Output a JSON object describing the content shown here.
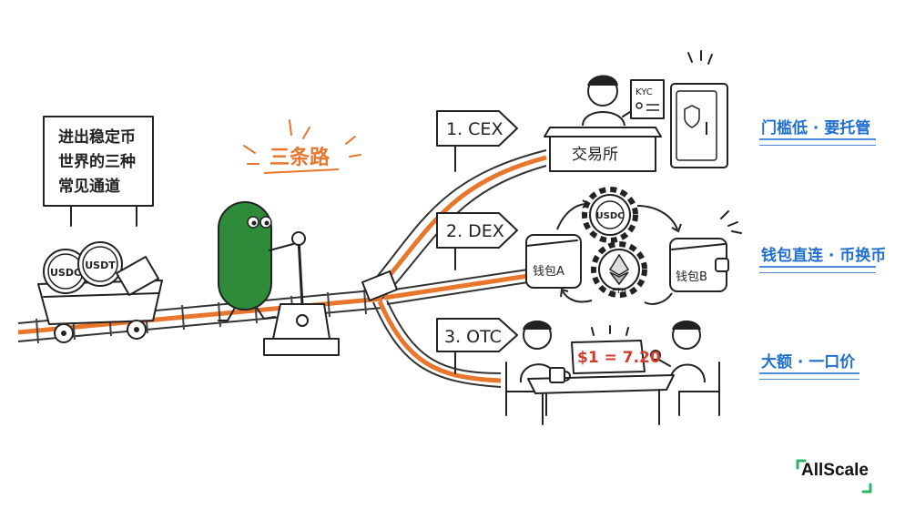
{
  "sign": {
    "lines": [
      "进出稳定币",
      "世界的三种",
      "常见通道"
    ]
  },
  "headline": "三条路",
  "cart_coins": [
    "USDC",
    "USDT"
  ],
  "routes": [
    {
      "label": "1. CEX",
      "note": "门槛低 · 要托管",
      "building": "交易所",
      "kyc": "KYC"
    },
    {
      "label": "2. DEX",
      "note": "钱包直连 · 币换币",
      "wallet_a": "钱包A",
      "wallet_b": "钱包B",
      "token_top": "USDC",
      "token_bottom": "ETH"
    },
    {
      "label": "3. OTC",
      "note": "大额 · 一口价",
      "price": "$1 = 7.20"
    }
  ],
  "brand": "AllScale",
  "colors": {
    "rail_orange": "#e8762c",
    "note_blue": "#1f6fd1",
    "bean_green": "#2e8b3a",
    "brand_green": "#2bb56a"
  },
  "icons": [
    "coin-icon",
    "mine-cart-icon",
    "lever-icon",
    "safe-icon",
    "gear-icon",
    "wallet-icon",
    "mug-icon"
  ]
}
